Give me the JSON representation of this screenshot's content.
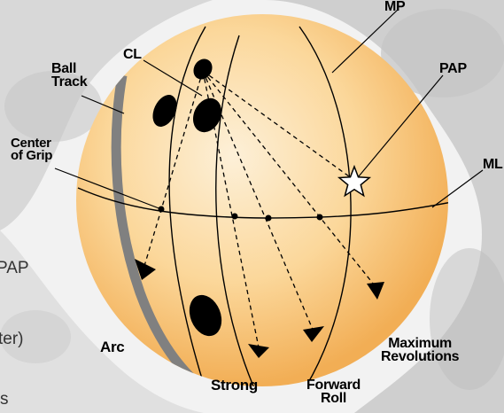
{
  "labels": {
    "mp": "MP",
    "pap": "PAP",
    "ml": "ML",
    "cl": "CL",
    "ball_track_line1": "Ball",
    "ball_track_line2": "Track",
    "center_of_grip_line1": "Center",
    "center_of_grip_line2": "of Grip",
    "arc": "Arc",
    "strong": "Strong",
    "forward_roll_line1": "Forward",
    "forward_roll_line2": "Roll",
    "maximum_revolutions_line1": "Maximum",
    "maximum_revolutions_line2": "Revolutions"
  },
  "background_text": {
    "line1": "PAP",
    "line2": "ter)",
    "line3": "s"
  },
  "colors": {
    "ball_center": "#fdf0d8",
    "ball_mid": "#fbd79a",
    "ball_edge": "#f2ae55",
    "track": "#808080",
    "background": "#d0d0d0"
  }
}
